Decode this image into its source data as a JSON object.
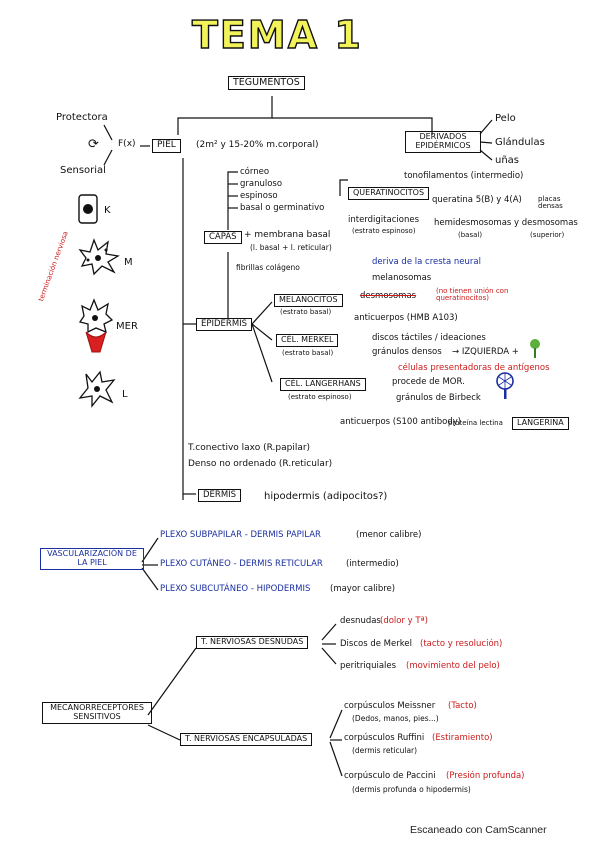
{
  "title": "TEMA 14",
  "tegumentos": "TEGUMENTOS",
  "left": {
    "protectora": "Protectora",
    "fx": "F(x)",
    "sensorial": "Sensorial",
    "terminacion_nerviosa": "terminación nerviosa",
    "cell_labels": [
      "K",
      "M",
      "MER",
      "L"
    ]
  },
  "piel": {
    "label": "PIEL",
    "note": "(2m² y 15-20% m.corporal)"
  },
  "derivados": {
    "label": "DERIVADOS EPIDÉRMICOS",
    "items": [
      "Pelo",
      "Glándulas",
      "uñas"
    ]
  },
  "capas": {
    "label": "CAPAS",
    "layers": [
      "córneo",
      "granuloso",
      "espinoso",
      "basal o germinativo"
    ],
    "membrana": "+ membrana basal",
    "membrana_sub": "(l. basal + l. reticular)",
    "fibrillas": "fibrillas colágeno"
  },
  "queratinocitos": {
    "label": "QUERATINOCITOS",
    "tonofilamentos": "tonofilamentos (intermedio)",
    "queratina": "queratina 5(B) y 4(A)",
    "placas": "placas densas",
    "interdigitaciones": "interdigitaciones",
    "estrato_espinoso": "(estrato espinoso)",
    "hemidesmosomas": "hemidesmosomas y desmosomas",
    "basal": "(basal)",
    "superior": "(superior)"
  },
  "epidermis": {
    "label": "EPIDERMIS"
  },
  "melanocitos": {
    "label": "MELANOCITOS",
    "sub": "(estrato basal)",
    "deriva": "deriva de la cresta neural",
    "melanosomas": "melanosomas",
    "desmosomas": "desmosomas",
    "no_tienen": "(no tienen unión con queratinocitos)",
    "anticuerpos": "anticuerpos (HMB A103)"
  },
  "merkel": {
    "label": "CÉL. MERKEL",
    "sub": "(estrato basal)",
    "discos": "discos táctiles / ideaciones",
    "granulos": "gránulos densos",
    "arrow_note": "→ IZQUIERDA +"
  },
  "langerhans": {
    "label": "CÉL. LANGERHANS",
    "sub": "(estrato espinoso)",
    "presentadoras": "células presentadoras de antígenos",
    "procedencia": "procede de MOR.",
    "granulos": "gránulos de Birbeck",
    "anticuerpos": "anticuerpos (S100 antibody)",
    "proteina": "proteína lectina",
    "langerina": "LANGERINA"
  },
  "dermis": {
    "tc_laxo": "T.conectivo laxo (R.papilar)",
    "denso": "Denso no ordenado (R.reticular)",
    "label": "DERMIS",
    "hipodermis": "hipodermis (adipocitos?)"
  },
  "vascularizacion": {
    "label": "VASCULARIZACIÓN DE LA PIEL",
    "items": [
      {
        "text": "PLEXO SUBPAPILAR - DERMIS PAPILAR",
        "note": "(menor calibre)"
      },
      {
        "text": "PLEXO CUTÁNEO - DERMIS RETICULAR",
        "note": "(intermedio)"
      },
      {
        "text": "PLEXO SUBCUTÁNEO - HIPODERMIS",
        "note": "(mayor calibre)"
      }
    ]
  },
  "mecanorreceptores": {
    "label": "MECANORRECEPTORES SENSITIVOS",
    "desnudas": {
      "label": "T. NERVIOSAS DESNUDAS",
      "items": [
        {
          "text": "desnudas",
          "note": "(dolor y Tª)"
        },
        {
          "text": "Discos de Merkel",
          "note": "(tacto y resolución)"
        },
        {
          "text": "peritriquiales",
          "note": "(movimiento del pelo)"
        }
      ]
    },
    "encapsuladas": {
      "label": "T. NERVIOSAS ENCAPSULADAS",
      "items": [
        {
          "text": "corpúsculos Meissner",
          "note": "(Tacto)",
          "sub": "(Dedos, manos, pies...)"
        },
        {
          "text": "corpúsculos Ruffini",
          "note": "(Estiramiento)",
          "sub": "(dermis reticular)"
        },
        {
          "text": "corpúsculo de Paccini",
          "note": "(Presión profunda)",
          "sub": "(dermis profunda o hipodermis)"
        }
      ]
    }
  },
  "footer": "Escaneado con CamScanner"
}
